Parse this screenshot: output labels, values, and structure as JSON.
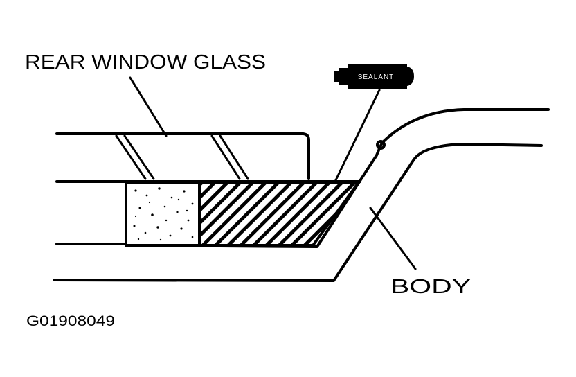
{
  "labels": {
    "glass": "REAR WINDOW GLASS",
    "sealant": "SEALANT",
    "body": "BODY",
    "figure_code": "G01908049"
  },
  "colors": {
    "ink": "#000000",
    "paper": "#ffffff"
  }
}
